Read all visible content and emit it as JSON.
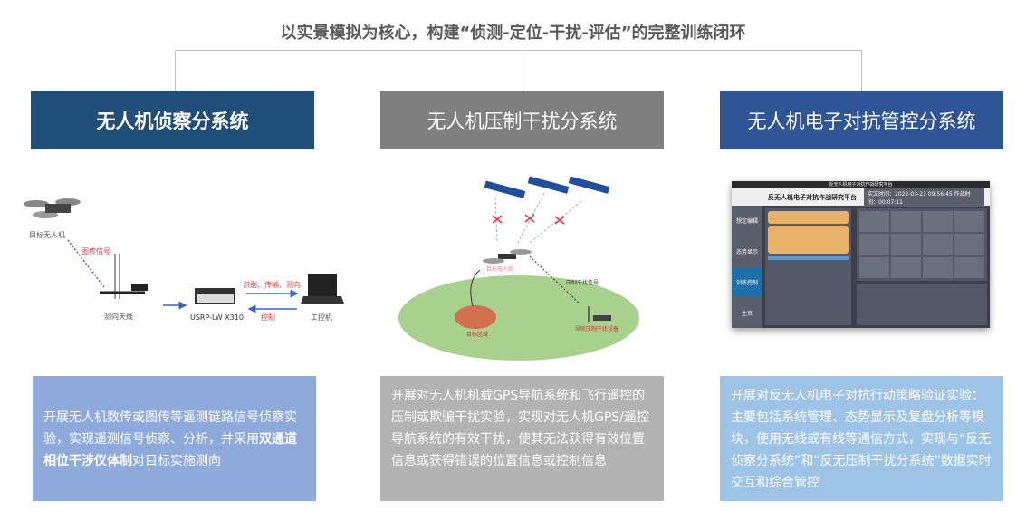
{
  "title": "以实景模拟为核心，构建“侦测-定位-干扰-评估”的完整训练闭环",
  "columns": [
    {
      "header": "无人机侦察分系统",
      "color": "#1f4e79",
      "desc_color": "#8eaadb",
      "diagram": {
        "drone": "目标无人机",
        "signal": "图传信号",
        "antenna": "测向天线",
        "usrp": "USRP-LW X310",
        "pc": "工控机",
        "tx": "识别、传输、测向",
        "ctrl": "控制"
      },
      "desc_pre": "开展无人机数传或图传等遥测链路信号侦察实验，实现遥测信号侦察、分析，并采用",
      "desc_bold": "双通道相位干涉仪体制",
      "desc_post": "对目标实施测向"
    },
    {
      "header": "无人机压制干扰分系统",
      "color": "#7f7f7f",
      "desc_color": "#b3b3b3",
      "diagram": {
        "drone": "目标无人机",
        "signal": "压制干扰信号",
        "area": "目标区域",
        "device": "导航压制干扰设备"
      },
      "desc": "开展对无人机机载GPS导航系统和飞行遥控的压制或欺骗干扰实验，实现对无人机GPS/遥控导航系统的有效干扰，使其无法获得有效位置信息或获得错误的位置信息或控制信息"
    },
    {
      "header": "无人机电子对抗管控分系统",
      "color": "#2f5597",
      "desc_color": "#9dc3e6",
      "platform": {
        "window_title": "反无人机电子对抗作战研究平台",
        "title": "反无人机电子对抗作战研究平台",
        "time": "实文时间：2022-03-23 09:56:45  作战时间：00:07:11",
        "nav": [
          "想定编辑",
          "态势显示",
          "训练控制",
          "主页"
        ],
        "active_nav": 2
      },
      "desc": "开展对反无人机电子对抗行动策略验证实验：主要包括系统管理、态势显示及复盘分析等模块，使用无线或有线等通信方式，实现与“反无侦察分系统”和“反无压制干扰分系统”数据实时交互和综合管控"
    }
  ]
}
